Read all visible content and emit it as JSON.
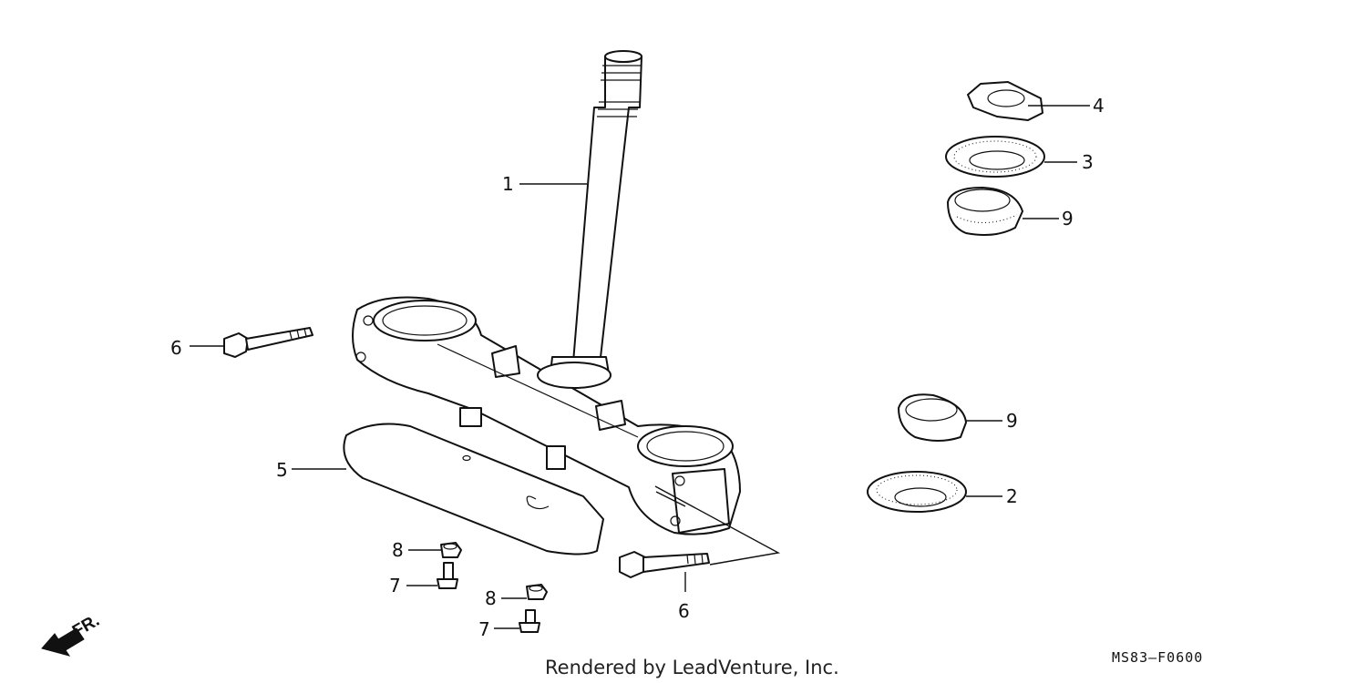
{
  "callouts": {
    "c1": "1",
    "c2": "2",
    "c3": "3",
    "c4": "4",
    "c5": "5",
    "c6a": "6",
    "c6b": "6",
    "c7a": "7",
    "c7b": "7",
    "c8a": "8",
    "c8b": "8",
    "c9a": "9",
    "c9b": "9"
  },
  "direction_label": "FR.",
  "footer_text": "Rendered by LeadVenture, Inc.",
  "diagram_code": "MS83–F0600"
}
